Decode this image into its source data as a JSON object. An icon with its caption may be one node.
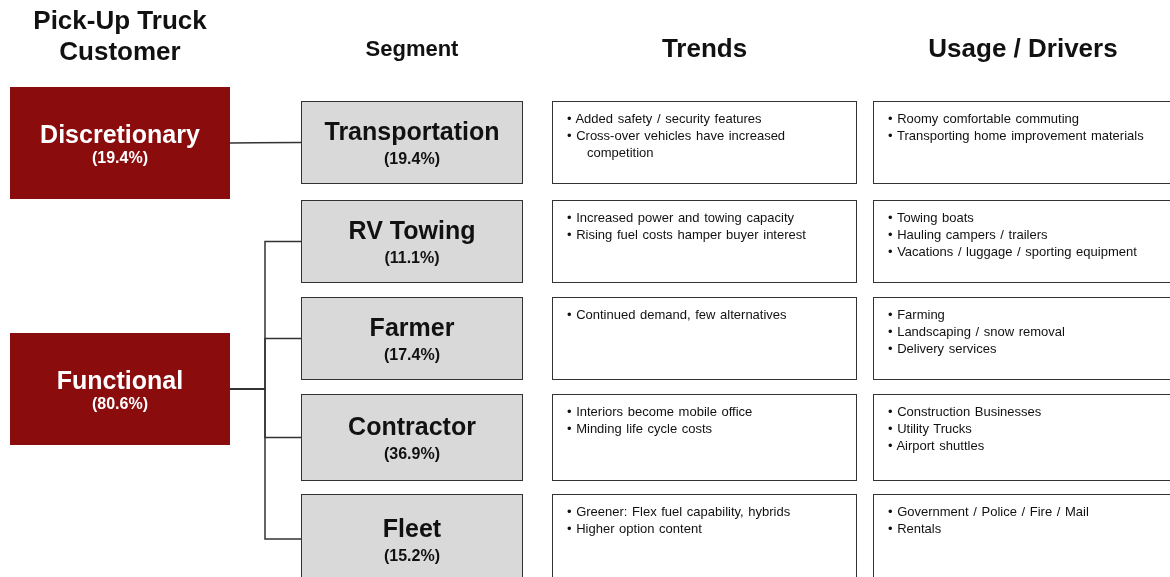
{
  "diagram": {
    "nodes": [
      {
        "text": [
          "Discretionary",
          "(19.4%)"
        ]
      },
      {
        "text": [
          "Functional",
          "(80.6%)"
        ]
      },
      {
        "text": [
          "Transportation",
          "(19.4%)"
        ]
      },
      {
        "text": [
          "• Added safety / security features",
          "• Cross-over vehicles have increased competition"
        ]
      },
      {
        "text": [
          "• Roomy comfortable commuting",
          "• Transporting home improvement materials"
        ]
      },
      {
        "text": [
          "RV Towing",
          "(11.1%)"
        ]
      },
      {
        "text": [
          "• Increased power and towing capacity",
          "• Rising fuel costs hamper buyer interest"
        ]
      },
      {
        "text": [
          "• Towing boats",
          "• Hauling campers / trailers",
          "• Vacations / luggage / sporting equipment"
        ]
      },
      {
        "text": [
          "Farmer",
          "(17.4%)"
        ]
      },
      {
        "text": [
          "• Continued demand, few alternatives"
        ]
      },
      {
        "text": [
          "• Farming",
          "• Landscaping / snow removal",
          "• Delivery services"
        ]
      },
      {
        "text": [
          "Contractor",
          "(36.9%)"
        ]
      },
      {
        "text": [
          "• Interiors become mobile office",
          "• Minding life cycle costs"
        ]
      },
      {
        "text": [
          "• Construction Businesses",
          "• Utility Trucks",
          "• Airport shuttles"
        ]
      },
      {
        "text": [
          "Fleet",
          "(15.2%)"
        ]
      },
      {
        "text": [
          "• Greener: Flex fuel capability, hybrids",
          "• Higher option content"
        ]
      },
      {
        "text": [
          "• Government / Police / Fire / Mail",
          "• Rentals"
        ]
      }
    ],
    "edges": [
      {
        "from": 0,
        "to": 2,
        "arrow": "none"
      },
      {
        "from": 1,
        "to": 5,
        "arrow": "none"
      },
      {
        "from": 1,
        "to": 8,
        "arrow": "none"
      },
      {
        "from": 1,
        "to": 11,
        "arrow": "none"
      },
      {
        "from": 1,
        "to": 14,
        "arrow": "none"
      }
    ],
    "labels": [
      "Pick-Up Truck Customer",
      "Segment",
      "Trends",
      "Usage / Drivers"
    ]
  }
}
